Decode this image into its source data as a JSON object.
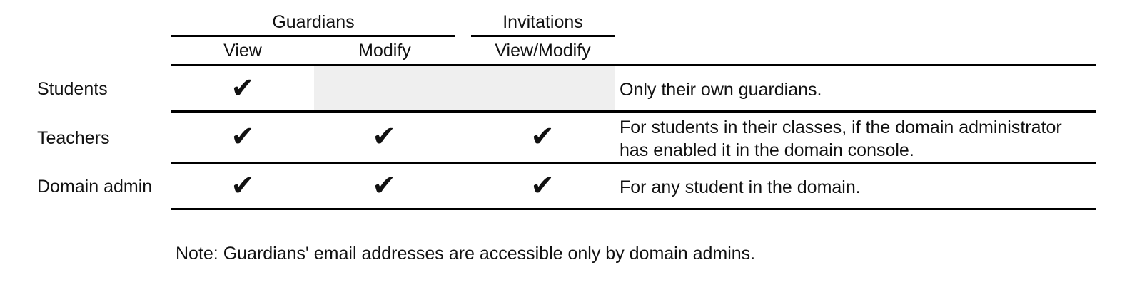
{
  "table": {
    "column_groups": [
      {
        "label": "Guardians"
      },
      {
        "label": "Invitations"
      }
    ],
    "columns": [
      {
        "label": "View"
      },
      {
        "label": "Modify"
      },
      {
        "label": "View/Modify"
      }
    ],
    "rows": [
      {
        "label": "Students",
        "view": "✔",
        "modify": "",
        "invitations": "",
        "note": "Only their own guardians.",
        "modify_cell_state": "not-available-shaded",
        "invitations_cell_state": "not-available-shaded"
      },
      {
        "label": "Teachers",
        "view": "✔",
        "modify": "✔",
        "invitations": "✔",
        "note": "For students in their classes, if the domain administrator has enabled it in the domain console.",
        "modify_cell_state": "available",
        "invitations_cell_state": "available"
      },
      {
        "label": "Domain admin",
        "view": "✔",
        "modify": "✔",
        "invitations": "✔",
        "note": "For any student in the domain.",
        "modify_cell_state": "available",
        "invitations_cell_state": "available"
      }
    ]
  },
  "footnote": "Note: Guardians' email addresses are accessible only by domain admins.",
  "colors": {
    "text": "#111111",
    "rule": "#000000",
    "shaded_cell": "#efefef",
    "background": "#ffffff"
  }
}
